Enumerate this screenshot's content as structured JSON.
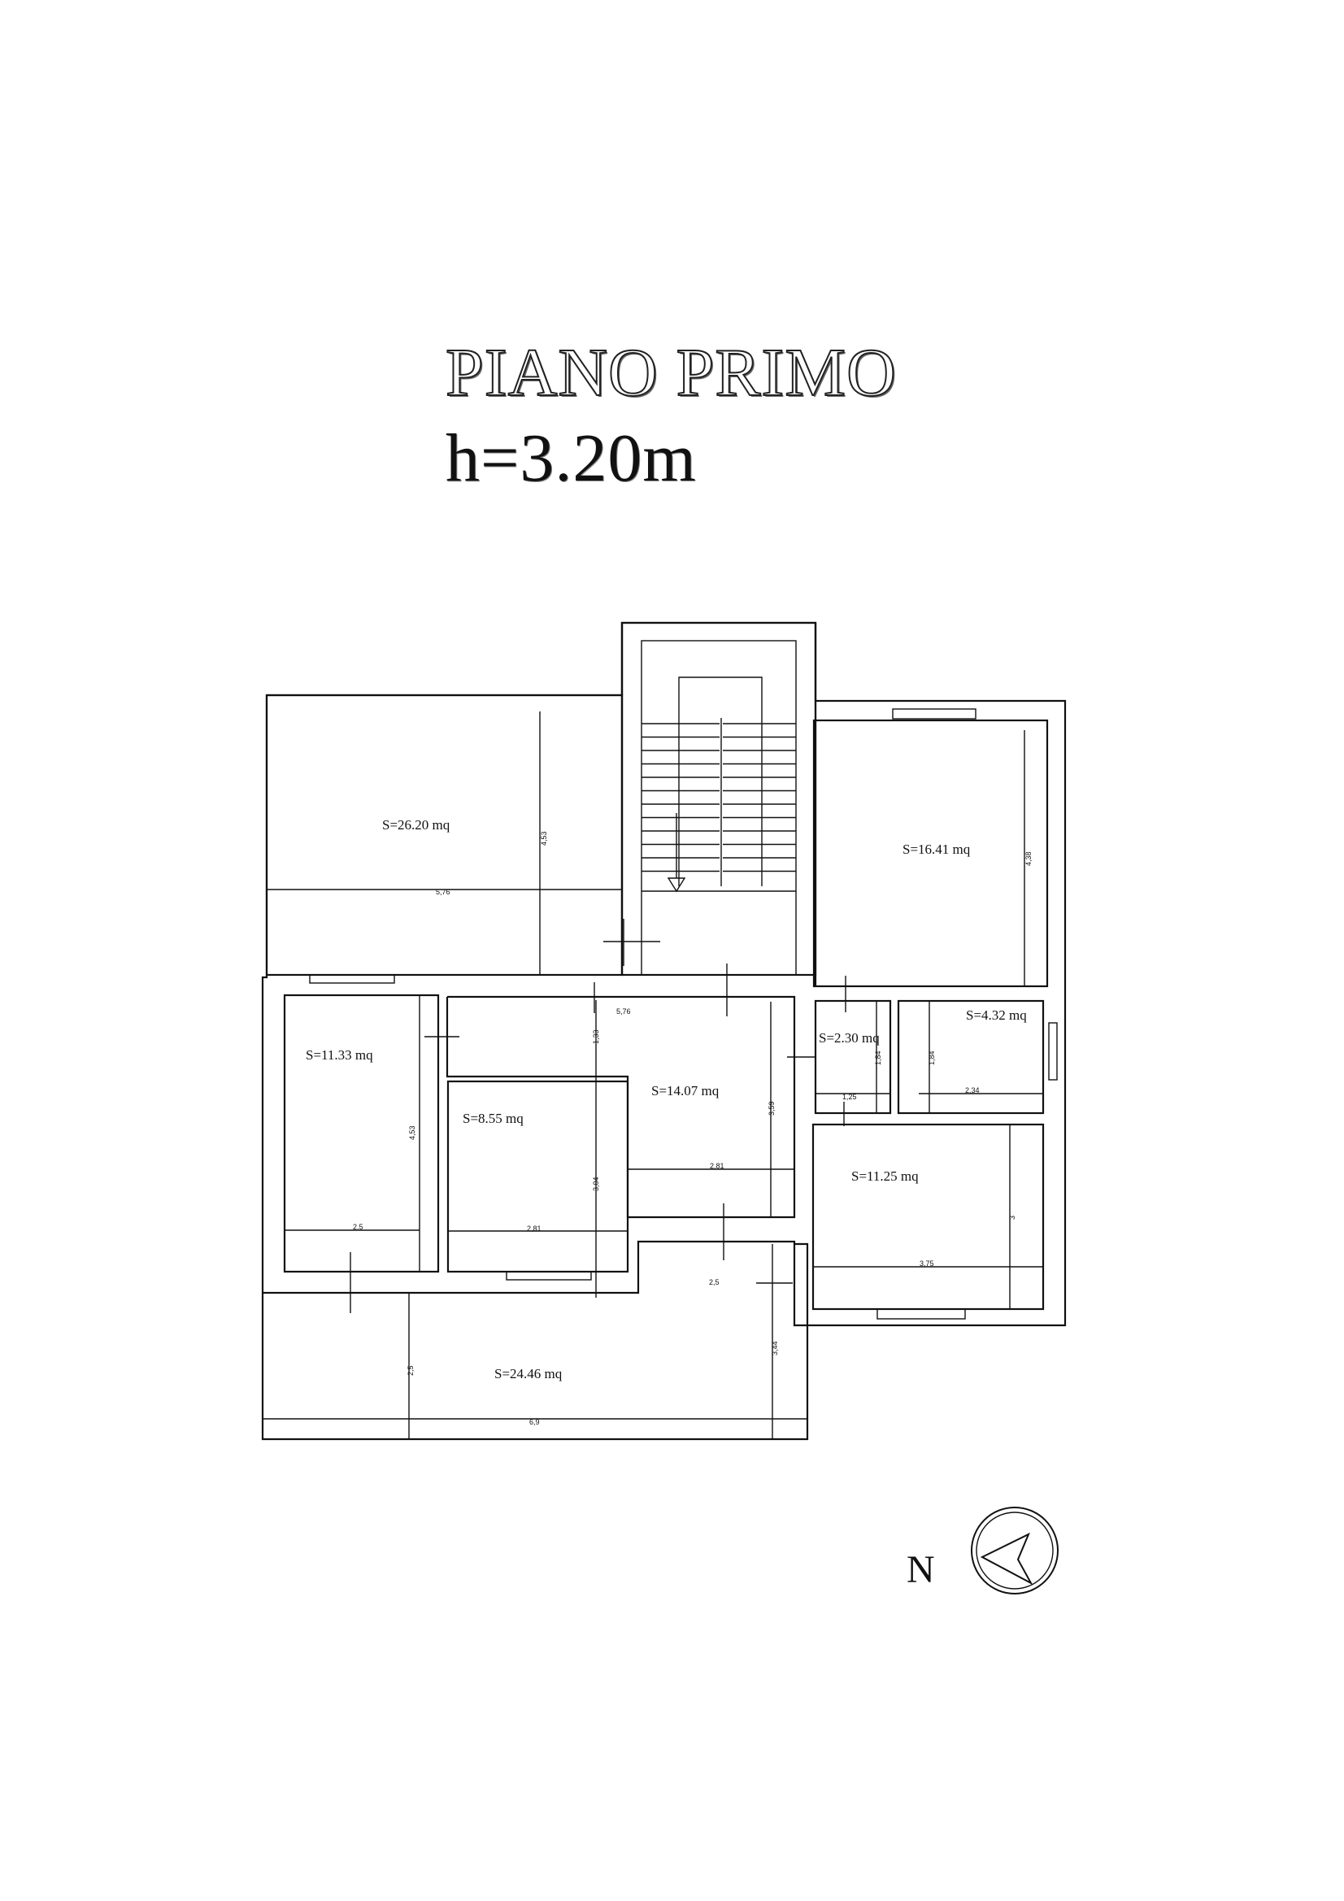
{
  "title": "PIANO PRIMO",
  "height_label": "h=3.20m",
  "rooms": {
    "r1": {
      "area": "S=26.20 mq",
      "dim_h": "5,76",
      "dim_v": "4,53"
    },
    "r2": {
      "area": "S=16.41 mq",
      "dim_v": "4,38"
    },
    "r3": {
      "area": "S=11.33 mq",
      "dim_h": "2,5",
      "dim_v": "4,53"
    },
    "r4": {
      "area": "S=8.55 mq",
      "dim_h": "2,81",
      "dim_v": "3,04"
    },
    "r5": {
      "area": "S=14.07 mq",
      "dim_top": "5,76",
      "dim_left": "1,33",
      "dim_h": "2,81",
      "dim_v": "3,59"
    },
    "r6": {
      "area": "S=2.30 mq",
      "dim_h": "1,25",
      "dim_v": "1,84"
    },
    "r7": {
      "area": "S=4.32 mq",
      "dim_h": "2,34",
      "dim_v": "1,84"
    },
    "r8": {
      "area": "S=11.25 mq",
      "dim_h": "3,75",
      "dim_v": "3"
    },
    "r9": {
      "area": "S=24.46 mq",
      "dim_h": "6,9",
      "dim_v": "3,44",
      "dim_v2": "2,5",
      "dim_top": "2,5"
    }
  },
  "north_label": "N"
}
